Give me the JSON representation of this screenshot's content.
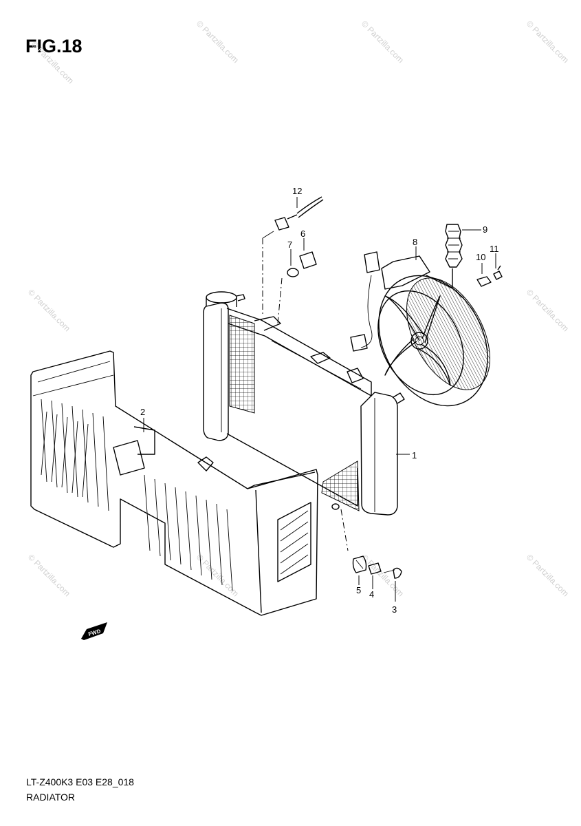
{
  "figure": {
    "title": "FIG.18",
    "model_code": "LT-Z400K3 E03 E28_018",
    "section_name": "RADIATOR"
  },
  "callouts": [
    "1",
    "2",
    "3",
    "4",
    "5",
    "6",
    "7",
    "8",
    "9",
    "10",
    "11",
    "12"
  ],
  "watermark": "© Partzilla.com",
  "fwd_badge": "FWD"
}
